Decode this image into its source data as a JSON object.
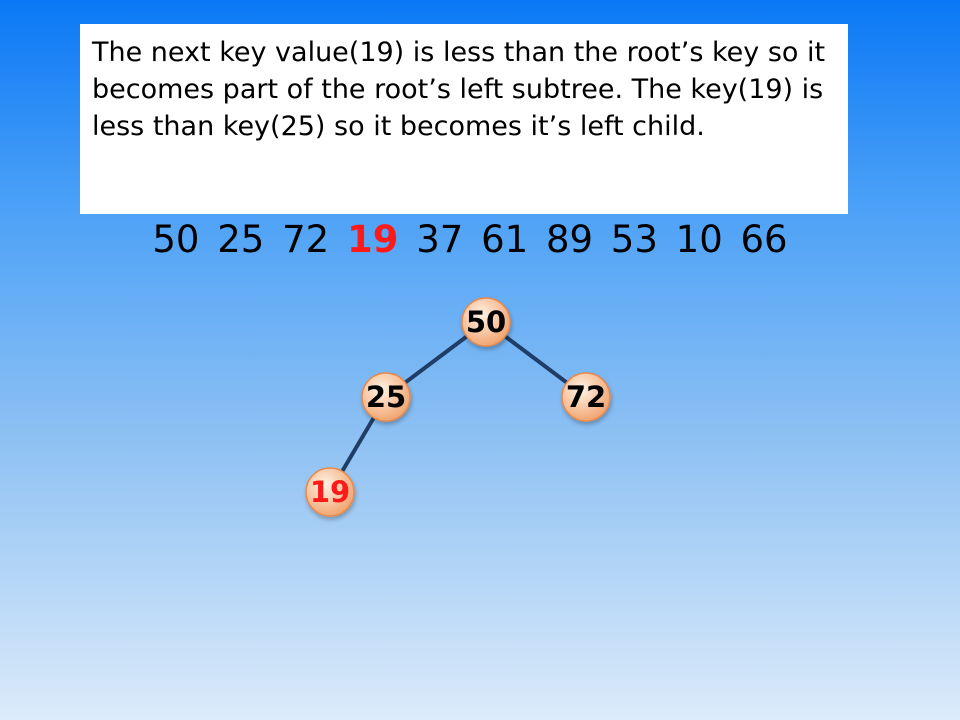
{
  "explanation": "The next key value(19) is less than the root’s key so it becomes part of the root’s left subtree. The key(19) is less than key(25) so it becomes it’s left child.",
  "sequence": [
    "50",
    "25",
    "72",
    "19",
    "37",
    "61",
    "89",
    "53",
    "10",
    "66"
  ],
  "current_key": "19",
  "tree": {
    "nodes": [
      {
        "id": "n50",
        "label": "50",
        "parent": null,
        "side": "root",
        "highlight": false
      },
      {
        "id": "n25",
        "label": "25",
        "parent": "n50",
        "side": "left",
        "highlight": false
      },
      {
        "id": "n72",
        "label": "72",
        "parent": "n50",
        "side": "right",
        "highlight": false
      },
      {
        "id": "n19",
        "label": "19",
        "parent": "n25",
        "side": "left",
        "highlight": true
      }
    ]
  },
  "colors": {
    "highlight": "#ff1a1a",
    "text": "#000000",
    "edge": "#1f3d66",
    "node_fill_center": "#fff3e6",
    "node_fill_edge": "#f2a672",
    "node_stroke": "#e8894c"
  }
}
